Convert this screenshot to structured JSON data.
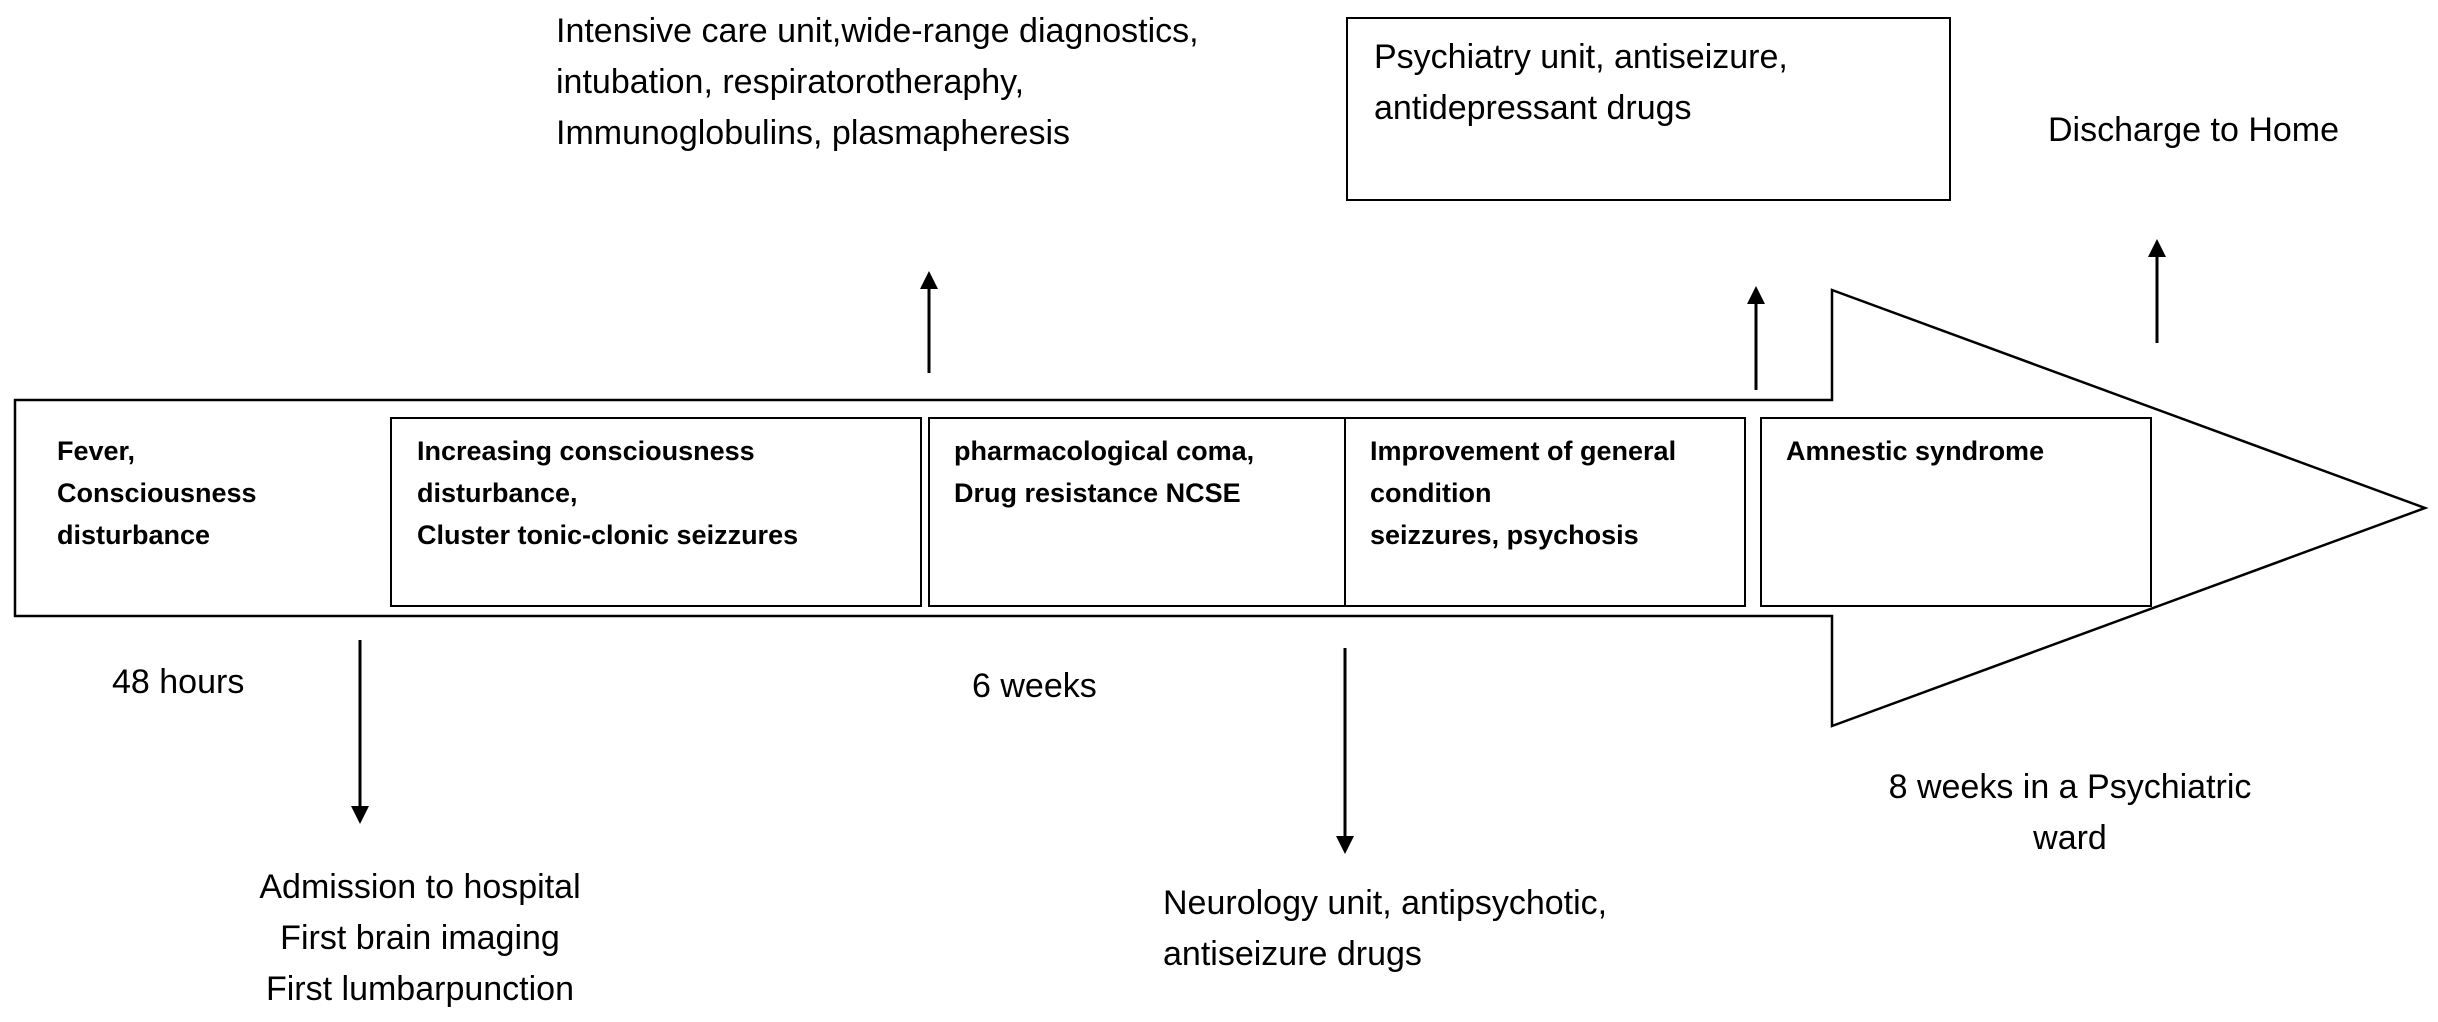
{
  "top": {
    "icu": [
      "Intensive care unit,wide-range diagnostics,",
      "intubation, respiratorotheraphy,",
      "Immunoglobulins, plasmapheresis"
    ],
    "psychiatry": [
      "Psychiatry unit, antiseizure,",
      "antidepressant drugs"
    ],
    "discharge": "Discharge to Home"
  },
  "timeline": {
    "stage1": [
      "Fever,",
      "Consciousness",
      "disturbance"
    ],
    "stage2": [
      "Increasing consciousness",
      "disturbance,",
      "Cluster tonic-clonic seizzures"
    ],
    "stage3": [
      "pharmacological coma,",
      "Drug resistance NCSE"
    ],
    "stage4": [
      "Improvement of general",
      "condition",
      "seizzures, psychosis"
    ],
    "stage5": [
      "Amnestic syndrome"
    ]
  },
  "durations": {
    "hours": "48 hours",
    "weeks6": "6 weeks",
    "weeks8": [
      "8 weeks in a Psychiatric",
      "ward"
    ]
  },
  "bottom": {
    "admission": [
      "Admission to hospital",
      "First brain imaging",
      "First lumbarpunction"
    ],
    "neurology": [
      "Neurology unit, antipsychotic,",
      "antiseizure drugs"
    ]
  }
}
